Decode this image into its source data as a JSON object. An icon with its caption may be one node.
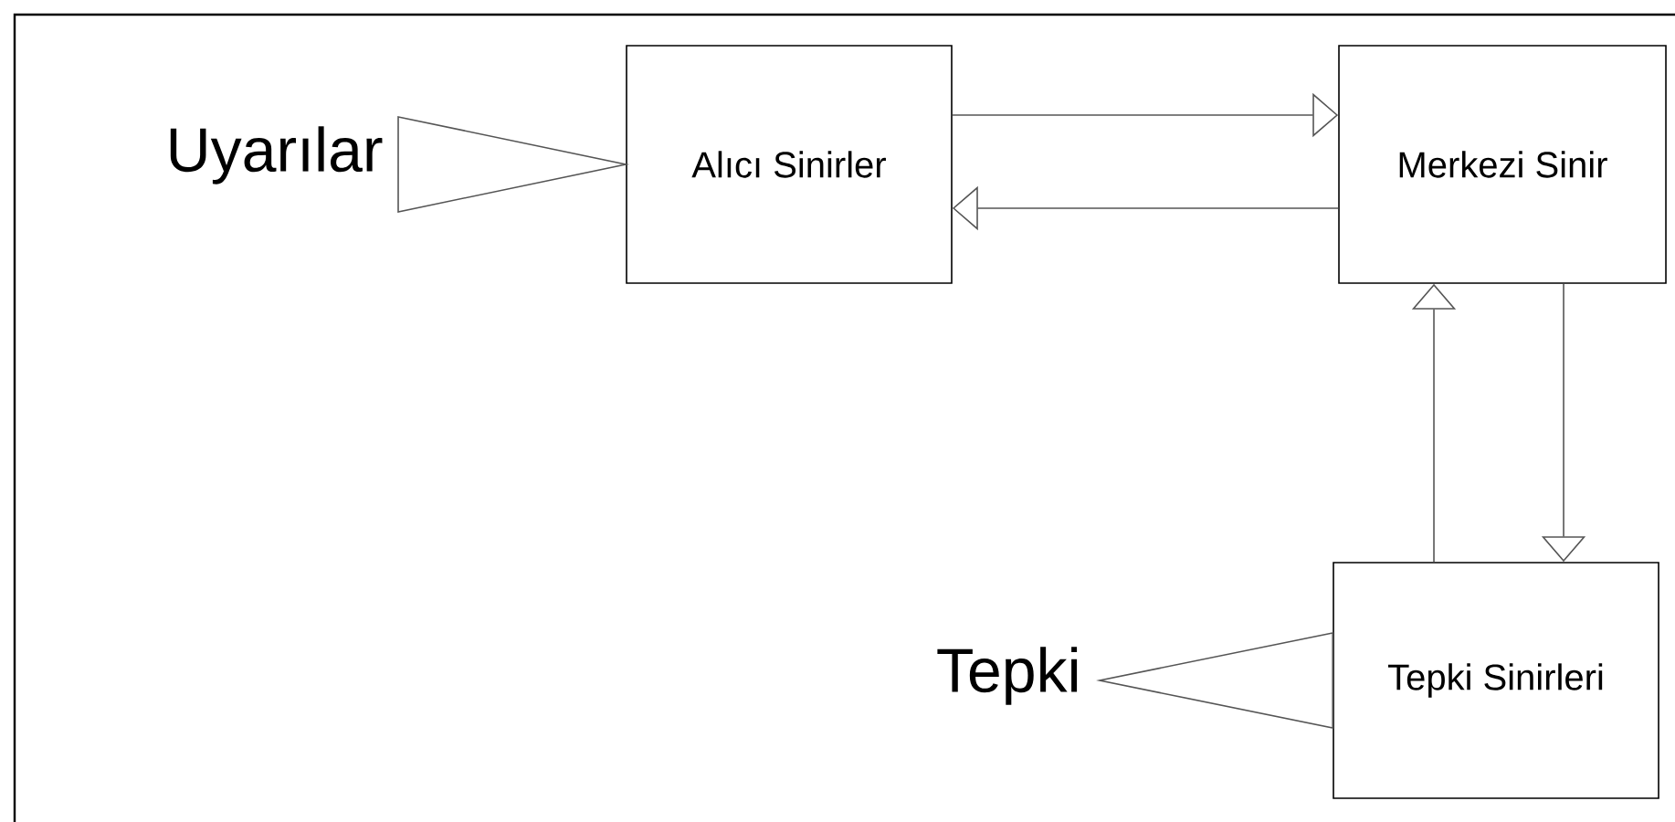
{
  "diagram": {
    "nodes": [
      {
        "text": [
          "Uyarılar"
        ]
      },
      {
        "text": [
          "Alıcı Sinirler"
        ]
      },
      {
        "text": [
          "Merkezi Sinir"
        ]
      },
      {
        "text": [
          "Tepki Sinirleri"
        ]
      },
      {
        "text": [
          "Tepki"
        ]
      }
    ],
    "edges": [
      {
        "from": 0,
        "to": 1,
        "arrow": "to"
      },
      {
        "from": 1,
        "to": 2,
        "arrow": "to"
      },
      {
        "from": 2,
        "to": 1,
        "arrow": "to"
      },
      {
        "from": 3,
        "to": 2,
        "arrow": "to"
      },
      {
        "from": 2,
        "to": 3,
        "arrow": "to"
      },
      {
        "from": 3,
        "to": 4,
        "arrow": "to"
      }
    ]
  }
}
